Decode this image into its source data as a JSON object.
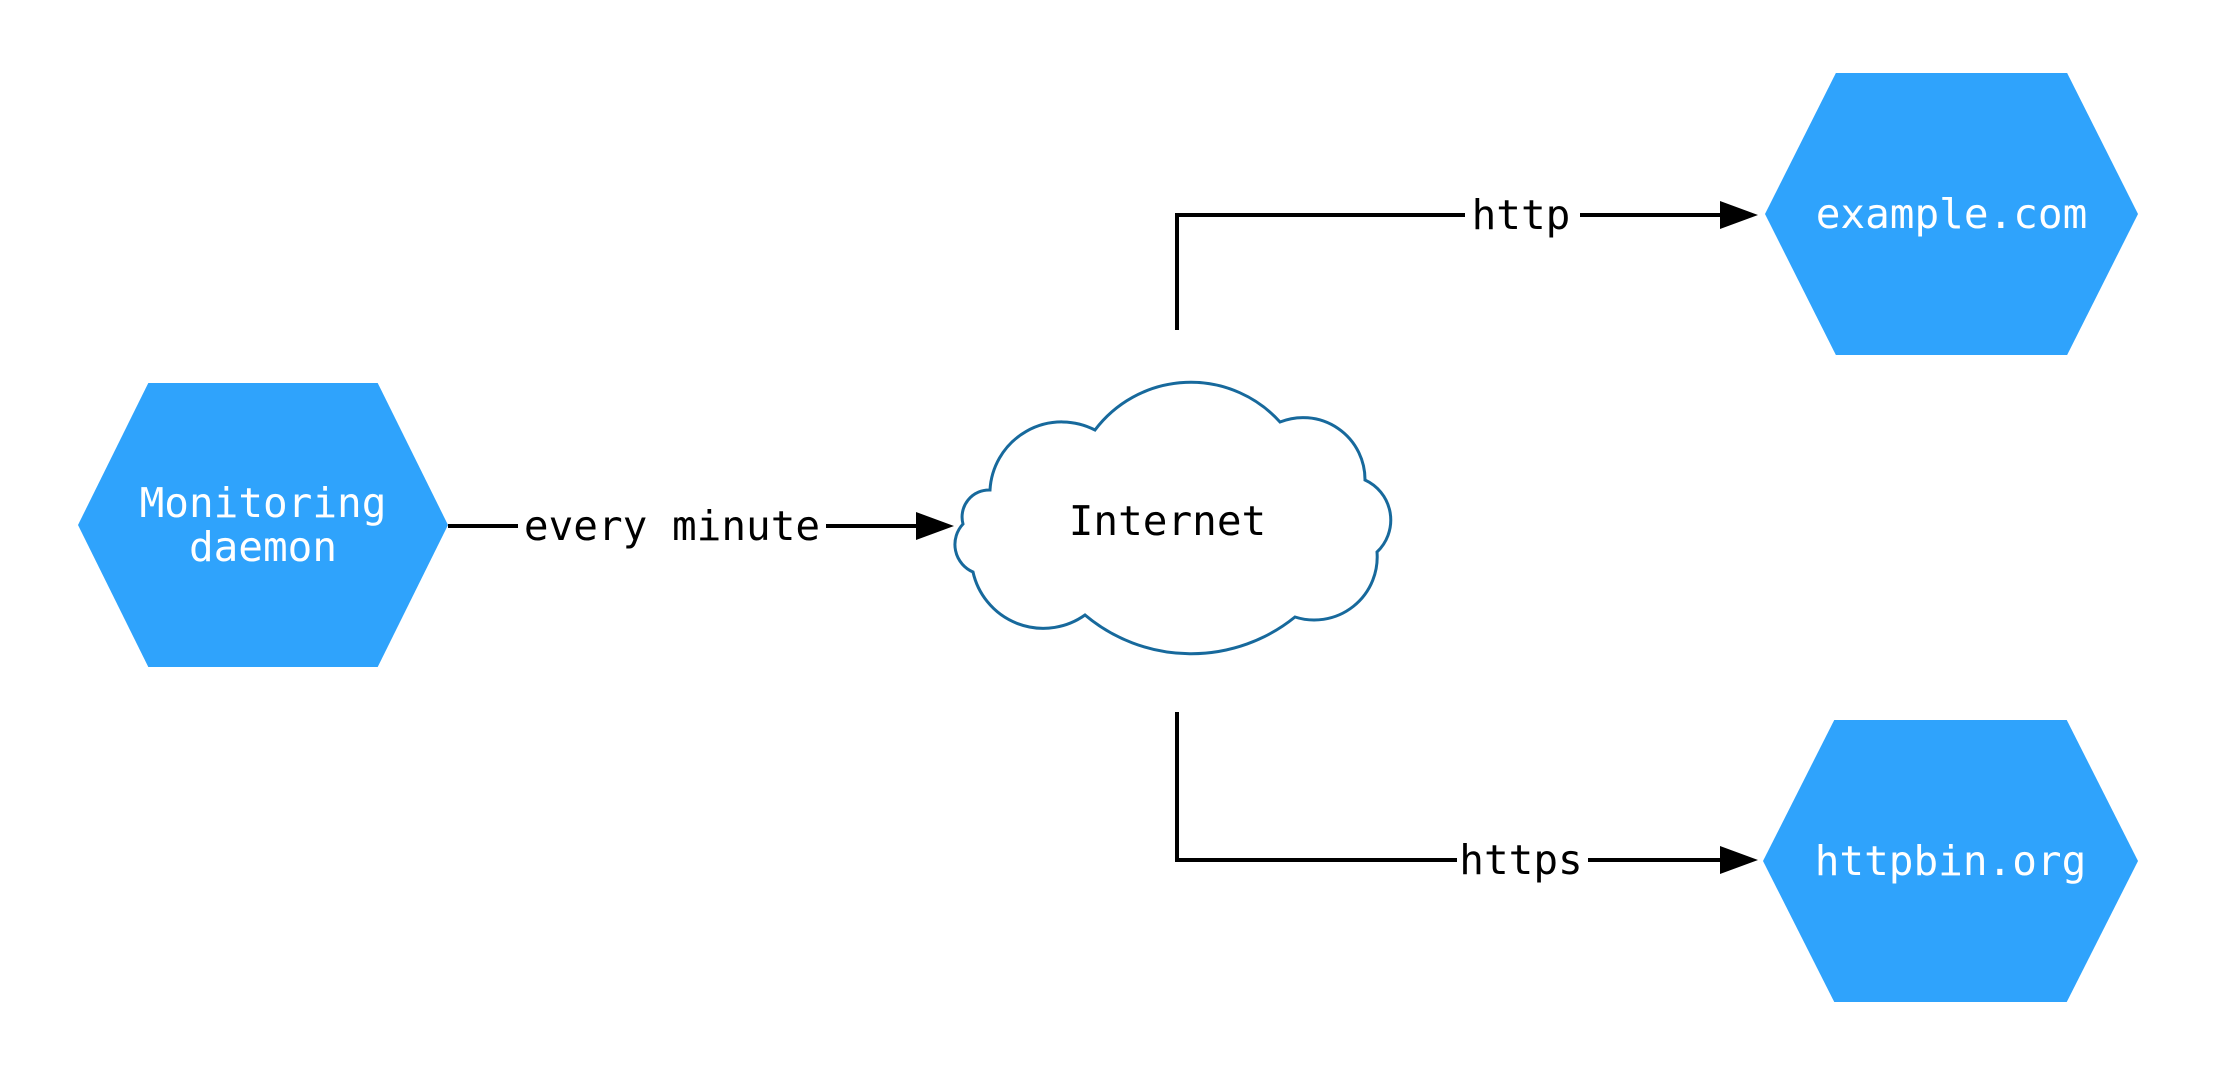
{
  "colors": {
    "background": "#ffffff",
    "node_fill": "#2fa3fc",
    "node_text": "#ffffff",
    "cloud_stroke": "#17699c",
    "cloud_fill": "#ffffff",
    "edge_color": "#000000",
    "edge_text": "#000000"
  },
  "nodes": {
    "monitoring_daemon": {
      "line1": "Monitoring",
      "line2": "daemon",
      "shape": "hexagon"
    },
    "internet": {
      "label": "Internet",
      "shape": "cloud"
    },
    "example_com": {
      "label": "example.com",
      "shape": "hexagon"
    },
    "httpbin_org": {
      "label": "httpbin.org",
      "shape": "hexagon"
    }
  },
  "edges": [
    {
      "from": "Monitoring daemon",
      "to": "Internet",
      "label": "every minute"
    },
    {
      "from": "Internet",
      "to": "example.com",
      "label": "http"
    },
    {
      "from": "Internet",
      "to": "httpbin.org",
      "label": "https"
    }
  ]
}
